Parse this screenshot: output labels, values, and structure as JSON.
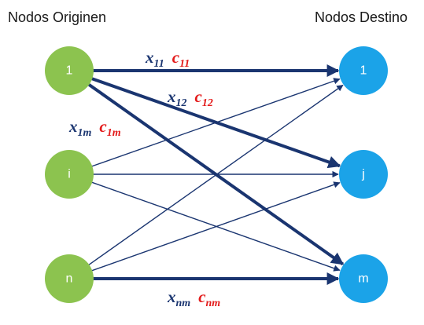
{
  "titles": {
    "origin": "Nodos Originen",
    "destination": "Nodos Destino"
  },
  "colors": {
    "origin_node": "#8cc34f",
    "destination_node": "#1ba3e8",
    "edge": "#1a3570",
    "var_x": "#1a3570",
    "var_c": "#e31b1b"
  },
  "origin_nodes": [
    {
      "id": "o1",
      "label": "1"
    },
    {
      "id": "oi",
      "label": "i"
    },
    {
      "id": "on",
      "label": "n"
    }
  ],
  "destination_nodes": [
    {
      "id": "d1",
      "label": "1"
    },
    {
      "id": "dj",
      "label": "j"
    },
    {
      "id": "dm",
      "label": "m"
    }
  ],
  "edges": [
    {
      "from": "o1",
      "to": "d1",
      "emphasis": true
    },
    {
      "from": "o1",
      "to": "dj",
      "emphasis": true
    },
    {
      "from": "o1",
      "to": "dm",
      "emphasis": true
    },
    {
      "from": "oi",
      "to": "d1",
      "emphasis": false
    },
    {
      "from": "oi",
      "to": "dj",
      "emphasis": false
    },
    {
      "from": "oi",
      "to": "dm",
      "emphasis": false
    },
    {
      "from": "on",
      "to": "d1",
      "emphasis": false
    },
    {
      "from": "on",
      "to": "dj",
      "emphasis": false
    },
    {
      "from": "on",
      "to": "dm",
      "emphasis": true
    }
  ],
  "edge_labels": [
    {
      "id": "l11",
      "x": "x",
      "x_sub": "11",
      "c": "c",
      "c_sub": "11"
    },
    {
      "id": "l12",
      "x": "x",
      "x_sub": "12",
      "c": "c",
      "c_sub": "12"
    },
    {
      "id": "l1m",
      "x": "x",
      "x_sub": "1m",
      "c": "c",
      "c_sub": "1m"
    },
    {
      "id": "lnm",
      "x": "x",
      "x_sub": "nm",
      "c": "c",
      "c_sub": "nm"
    }
  ]
}
